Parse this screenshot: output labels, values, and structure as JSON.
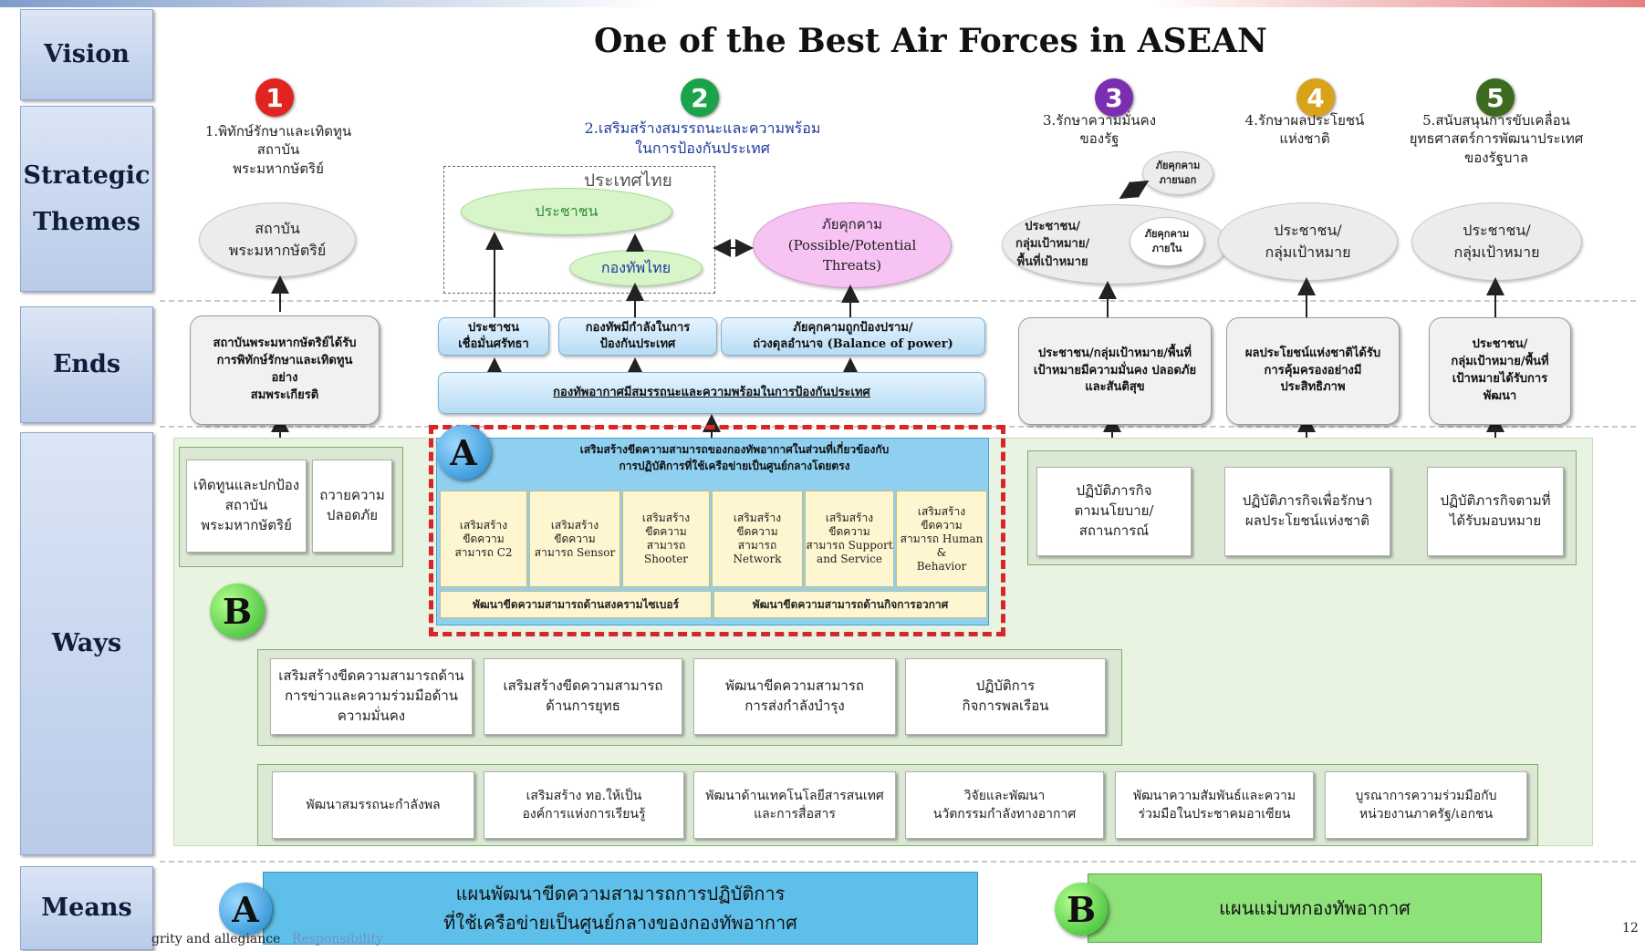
{
  "rows": {
    "vision": "Vision",
    "strategic_line1": "Strategic",
    "strategic_line2": "Themes",
    "ends": "Ends",
    "ways": "Ways",
    "means": "Means"
  },
  "vision_title": "One of the Best Air Forces in ASEAN",
  "themes": [
    {
      "num": "1",
      "color": "#e0241f",
      "lines": [
        "1.พิทักษ์รักษาและเทิดทูน",
        "สถาบัน",
        "พระมหากษัตริย์"
      ]
    },
    {
      "num": "2",
      "color": "#1aa34a",
      "lines": [
        "2.เสริมสร้างสมรรถนะและความพร้อม",
        "ในการป้องกันประเทศ"
      ]
    },
    {
      "num": "3",
      "color": "#7b2fb0",
      "lines": [
        "3.รักษาความมั่นคง",
        "ของรัฐ"
      ]
    },
    {
      "num": "4",
      "color": "#d9a21b",
      "lines": [
        "4.รักษาผลประโยชน์",
        "แห่งชาติ"
      ]
    },
    {
      "num": "5",
      "color": "#3c6b1f",
      "lines": [
        "5.สนับสนุนการขับเคลื่อน",
        "ยุทธศาสตร์การพัฒนาประเทศ",
        "ของรัฐบาล"
      ]
    }
  ],
  "themes_ellipses": {
    "monarchy": "สถาบัน\nพระมหากษัตริย์",
    "country_box": "ประเทศไทย",
    "people": "ประชาชน",
    "armed_forces": "กองทัพไทย",
    "threats": "ภัยคุกคาม\n(Possible/Potential\nThreats)",
    "target_area": "ประชาชน/\nกลุ่มเป้าหมาย/\nพื้นที่เป้าหมาย",
    "external_threat": "ภัยคุกคาม\nภายนอก",
    "internal_threat": "ภัยคุกคาม\nภายใน",
    "target4": "ประชาชน/\nกลุ่มเป้าหมาย",
    "target5": "ประชาชน/\nกลุ่มเป้าหมาย"
  },
  "ends": {
    "e1": "สถาบันพระมหากษัตริย์ได้รับ\nการพิทักษ์รักษาและเทิดทูน\nอย่าง\nสมพระเกียรติ",
    "e2a": "ประชาชน\nเชื่อมั่นศรัทธา",
    "e2b": "กองทัพมีกำลังในการ\nป้องกันประเทศ",
    "e2c": "ภัยคุกคามถูกป้องปราม/\nถ่วงดุลอำนาจ (Balance of power)",
    "e2main": "กองทัพอากาศมีสมรรถนะและความพร้อมในการป้องกันประเทศ",
    "e3": "ประชาชน/กลุ่มเป้าหมาย/พื้นที่\nเป้าหมายมีความมั่นคง ปลอดภัย\nและสันติสุข",
    "e4": "ผลประโยชน์แห่งชาติได้รับ\nการคุ้มครองอย่างมี\nประสิทธิภาพ",
    "e5": "ประชาชน/\nกลุ่มเป้าหมาย/พื้นที่\nเป้าหมายได้รับการ\nพัฒนา"
  },
  "ways": {
    "label_a": "A",
    "label_b": "B",
    "a_header": "เสริมสร้างขีดความสามารถของกองทัพอากาศในส่วนที่เกี่ยวข้องกับ\nการปฏิบัติการที่ใช้เครือข่ายเป็นศูนย์กลางโดยตรง",
    "a_items": [
      "เสริมสร้าง\nขีดความ\nสามารถ C2",
      "เสริมสร้าง\nขีดความ\nสามารถ Sensor",
      "เสริมสร้าง\nขีดความ\nสามารถ Shooter",
      "เสริมสร้าง\nขีดความ\nสามารถ\nNetwork",
      "เสริมสร้าง\nขีดความ\nสามารถ Support\nand Service",
      "เสริมสร้าง\nขีดความ\nสามารถ Human\n&\nBehavior"
    ],
    "a_bottom": [
      "พัฒนาขีดความสามารถด้านสงครามไซเบอร์",
      "พัฒนาขีดความสามารถด้านกิจการอวกาศ"
    ],
    "left1": "เทิดทูนและปกป้อง\nสถาบัน\nพระมหากษัตริย์",
    "left2": "ถวายความ\nปลอดภัย",
    "right1": "ปฏิบัติภารกิจ\nตามนโยบาย/\nสถานการณ์",
    "right2": "ปฏิบัติภารกิจเพื่อรักษา\nผลประโยชน์แห่งชาติ",
    "right3": "ปฏิบัติภารกิจตามที่\nได้รับมอบหมาย",
    "row2": [
      "เสริมสร้างขีดความสามารถด้าน\nการข่าวและความร่วมมือด้าน\nความมั่นคง",
      "เสริมสร้างขีดความสามารถ\nด้านการยุทธ",
      "พัฒนาขีดความสามารถ\nการส่งกำลังบำรุง",
      "ปฏิบัติการ\nกิจการพลเรือน"
    ],
    "row3": [
      "พัฒนาสมรรถนะกำลังพล",
      "เสริมสร้าง ทอ.ให้เป็น\nองค์การแห่งการเรียนรู้",
      "พัฒนาด้านเทคโนโลยีสารสนเทศ\nและการสื่อสาร",
      "วิจัยและพัฒนา\nนวัตกรรมกำลังทางอากาศ",
      "พัฒนาความสัมพันธ์และความ\nร่วมมือในประชาคมอาเซียน",
      "บูรณาการความร่วมมือกับ\nหน่วยงานภาครัฐ/เอกชน"
    ]
  },
  "means": {
    "a_label": "A",
    "a_text": "แผนพัฒนาขีดความสามารถการปฏิบัติการ\nที่ใช้เครือข่ายเป็นศูนย์กลางของกองทัพอากาศ",
    "b_label": "B",
    "b_text": "แผนแม่บทกองทัพอากาศ"
  },
  "footer": {
    "left_text": "grity and allegiance",
    "left_link": "Responsibility",
    "page": "12"
  },
  "colors": {
    "row_label": "#b9cbe9",
    "people_ellipse": "#d7f5c8",
    "threat_ellipse": "#f6c3f2",
    "means_a": "#5ec0ea",
    "means_b": "#8ee27a",
    "red_dash": "#d6262a",
    "ways_panel": "#e9f3e2"
  }
}
